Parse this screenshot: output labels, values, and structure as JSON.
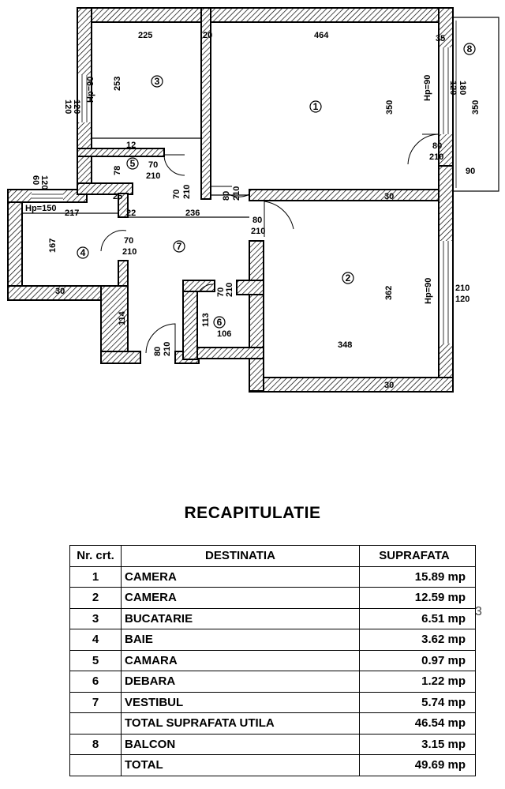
{
  "plan": {
    "dimensions": {
      "d225": "225",
      "d20a": "20",
      "d464": "464",
      "d35": "35",
      "d120a": "120",
      "d120b": "120",
      "hp90a": "Hp=90",
      "d253": "253",
      "d350a": "350",
      "hp90b": "Hp=90",
      "d180": "180",
      "d120c": "120",
      "d350b": "350",
      "d78": "78",
      "d12": "12",
      "d70a": "70",
      "d210a": "210",
      "d80a": "80",
      "d210b": "210",
      "d90": "90",
      "d60a": "60",
      "d120d": "120",
      "hp150": "Hp=150",
      "d217": "217",
      "d22": "22",
      "d236": "236",
      "d70b": "70",
      "d210c": "210",
      "d80b": "80",
      "d210d": "210",
      "d30": "30",
      "d80c": "80",
      "d210e": "210",
      "d167": "167",
      "d70c": "70",
      "d210f": "210",
      "d362": "362",
      "hp90c": "Hp=90",
      "d210g": "210",
      "d120e": "120",
      "d30b": "30",
      "d114": "114",
      "d113": "113",
      "d106": "106",
      "d70d": "70",
      "d210h": "210",
      "d80d": "80",
      "d210i": "210",
      "d348": "348",
      "d30c": "30",
      "d25": "25"
    },
    "rooms": [
      "1",
      "2",
      "3",
      "4",
      "5",
      "6",
      "7",
      "8"
    ]
  },
  "summary": {
    "title": "RECAPITULATIE",
    "headers": {
      "nr": "Nr. crt.",
      "dest": "DESTINATIA",
      "sup": "SUPRAFATA"
    },
    "rows": [
      {
        "nr": "1",
        "dest": "CAMERA",
        "sup": "15.89 mp"
      },
      {
        "nr": "2",
        "dest": "CAMERA",
        "sup": "12.59 mp"
      },
      {
        "nr": "3",
        "dest": "BUCATARIE",
        "sup": "6.51 mp"
      },
      {
        "nr": "4",
        "dest": "BAIE",
        "sup": "3.62 mp"
      },
      {
        "nr": "5",
        "dest": "CAMARA",
        "sup": "0.97 mp"
      },
      {
        "nr": "6",
        "dest": "DEBARA",
        "sup": "1.22 mp"
      },
      {
        "nr": "7",
        "dest": "VESTIBUL",
        "sup": "5.74 mp"
      },
      {
        "nr": "",
        "dest": "TOTAL SUPRAFATA UTILA",
        "sup": "46.54 mp"
      },
      {
        "nr": "8",
        "dest": "BALCON",
        "sup": "3.15 mp"
      },
      {
        "nr": "",
        "dest": "TOTAL",
        "sup": "49.69 mp"
      }
    ]
  },
  "page_number": "3"
}
